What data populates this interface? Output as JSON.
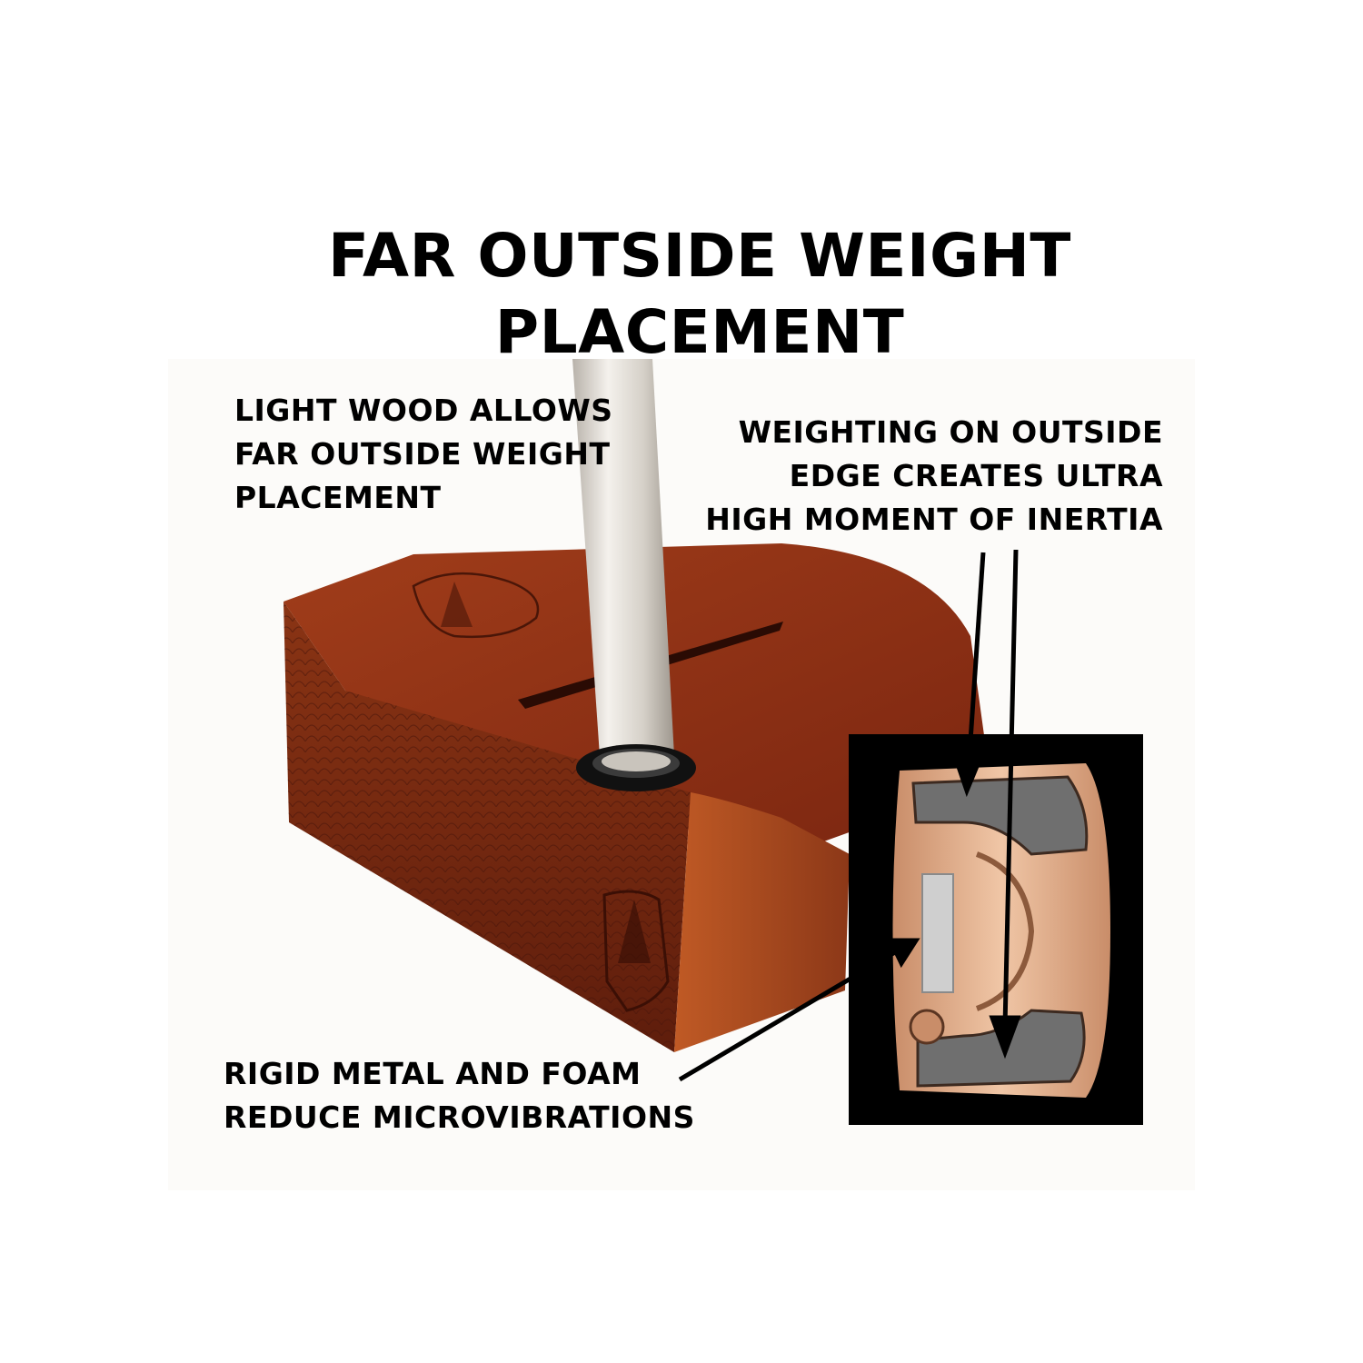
{
  "title": {
    "line1": "FAR OUTSIDE WEIGHT",
    "line2": "PLACEMENT"
  },
  "callouts": {
    "light_wood": [
      "LIGHT WOOD ALLOWS",
      "FAR OUTSIDE WEIGHT",
      "PLACEMENT"
    ],
    "outside_edge": [
      "WEIGHTING ON OUTSIDE",
      "EDGE CREATES ULTRA",
      "HIGH MOMENT OF INERTIA"
    ],
    "rigid_metal": [
      "RIGID METAL AND FOAM",
      "REDUCE MICROVIBRATIONS"
    ]
  },
  "colors": {
    "wood_top": "#8a2f14",
    "wood_side": "#6e2410",
    "wood_end": "#a2461d",
    "shaft": "#e6e2dc",
    "inset_bg": "#000000",
    "cutaway_wood": "#d9a07a",
    "weight_metal": "#6b6b6b"
  }
}
